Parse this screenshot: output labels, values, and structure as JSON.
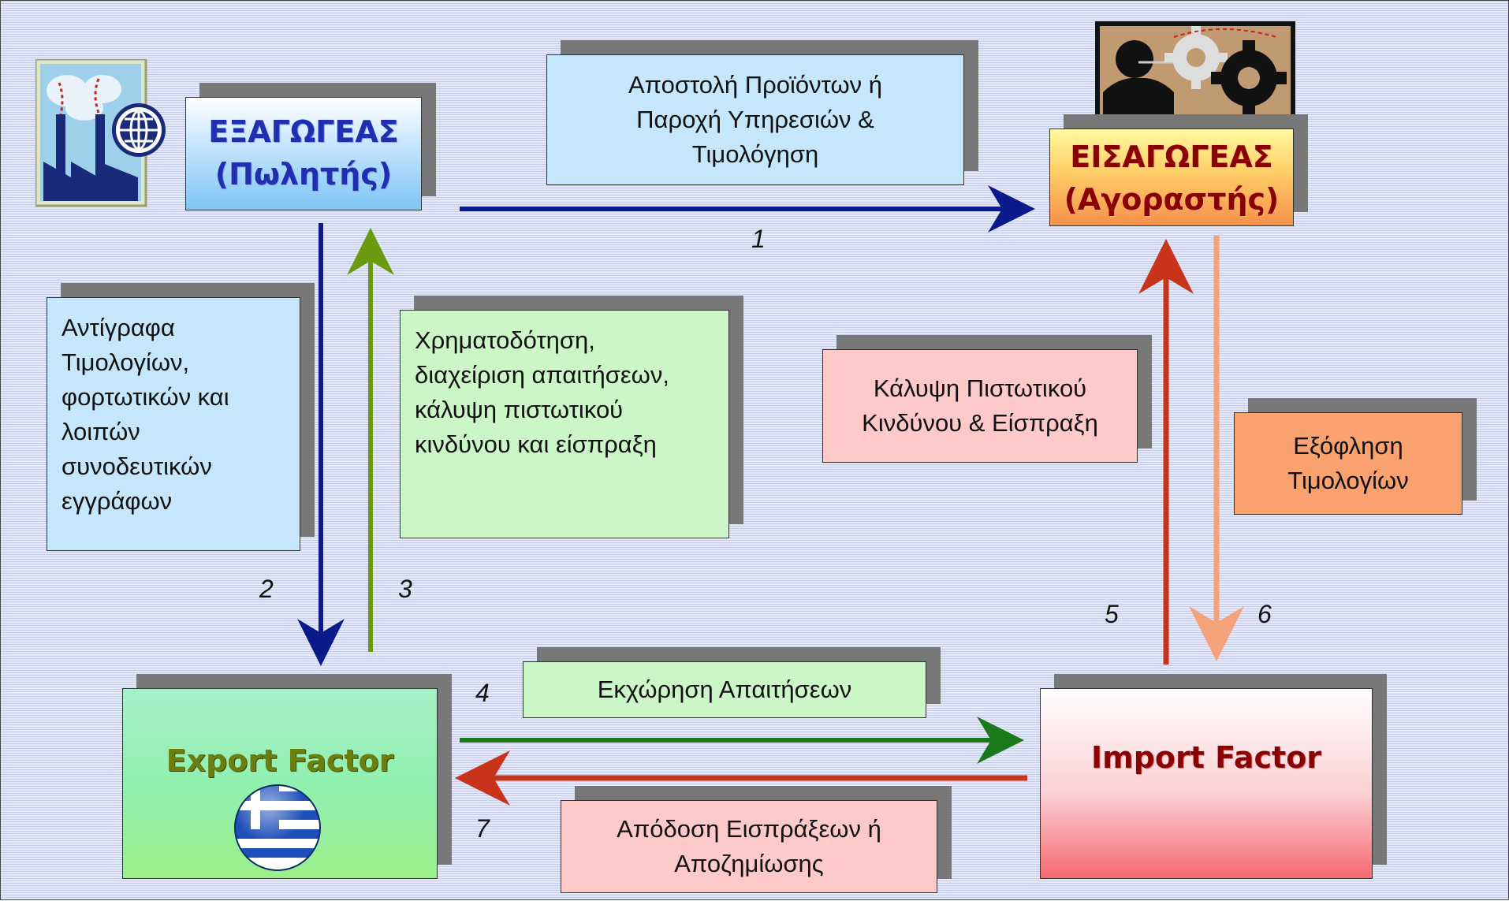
{
  "exporter": {
    "line1": "ΕΞΑΓΩΓΕΑΣ",
    "line2": "(Πωλητής)"
  },
  "importer": {
    "line1": "ΕΙΣΑΓΩΓΕΑΣ",
    "line2": "(Αγοραστής)"
  },
  "export_factor": {
    "label": "Export Factor"
  },
  "import_factor": {
    "label": "Import Factor"
  },
  "steps": {
    "s1": {
      "number": "1",
      "text": [
        "Αποστολή Προϊόντων ή",
        "Παροχή Υπηρεσιών  &",
        "Τιμολόγηση"
      ]
    },
    "s2": {
      "number": "2",
      "text": [
        "Αντίγραφα",
        "Τιμολογίων,",
        "φορτωτικών και",
        "λοιπών",
        "συνοδευτικών",
        "εγγράφων"
      ]
    },
    "s3": {
      "number": "3",
      "text": [
        "Χρηματοδότηση,",
        "διαχείριση απαιτήσεων,",
        "κάλυψη πιστωτικού",
        "κινδύνου και είσπραξη"
      ]
    },
    "s4": {
      "number": "4",
      "text": [
        "Εκχώρηση Απαιτήσεων"
      ]
    },
    "s5": {
      "number": "5",
      "text": [
        "Κάλυψη Πιστωτικού",
        "Κινδύνου & Είσπραξη"
      ]
    },
    "s6": {
      "number": "6",
      "text": [
        "Εξόφληση",
        "Τιμολογίων"
      ]
    },
    "s7": {
      "number": "7",
      "text": [
        "Απόδοση Εισπράξεων ή",
        "Αποζημίωσης"
      ]
    }
  },
  "icons": {
    "exporter": "factory-globe-icon",
    "importer": "business-gears-icon",
    "export_factor": "greek-flag-icon"
  },
  "colors": {
    "exporter_title": "#1f2fb0",
    "importer_title": "#8b0000",
    "export_factor_title": "#6b7f10",
    "import_factor_title": "#8b0000",
    "arrow_navy": "#0b1a8a",
    "arrow_olive": "#6a9a10",
    "arrow_green": "#1a7a1a",
    "arrow_red": "#c8341a",
    "arrow_salmon": "#f4a27a"
  }
}
